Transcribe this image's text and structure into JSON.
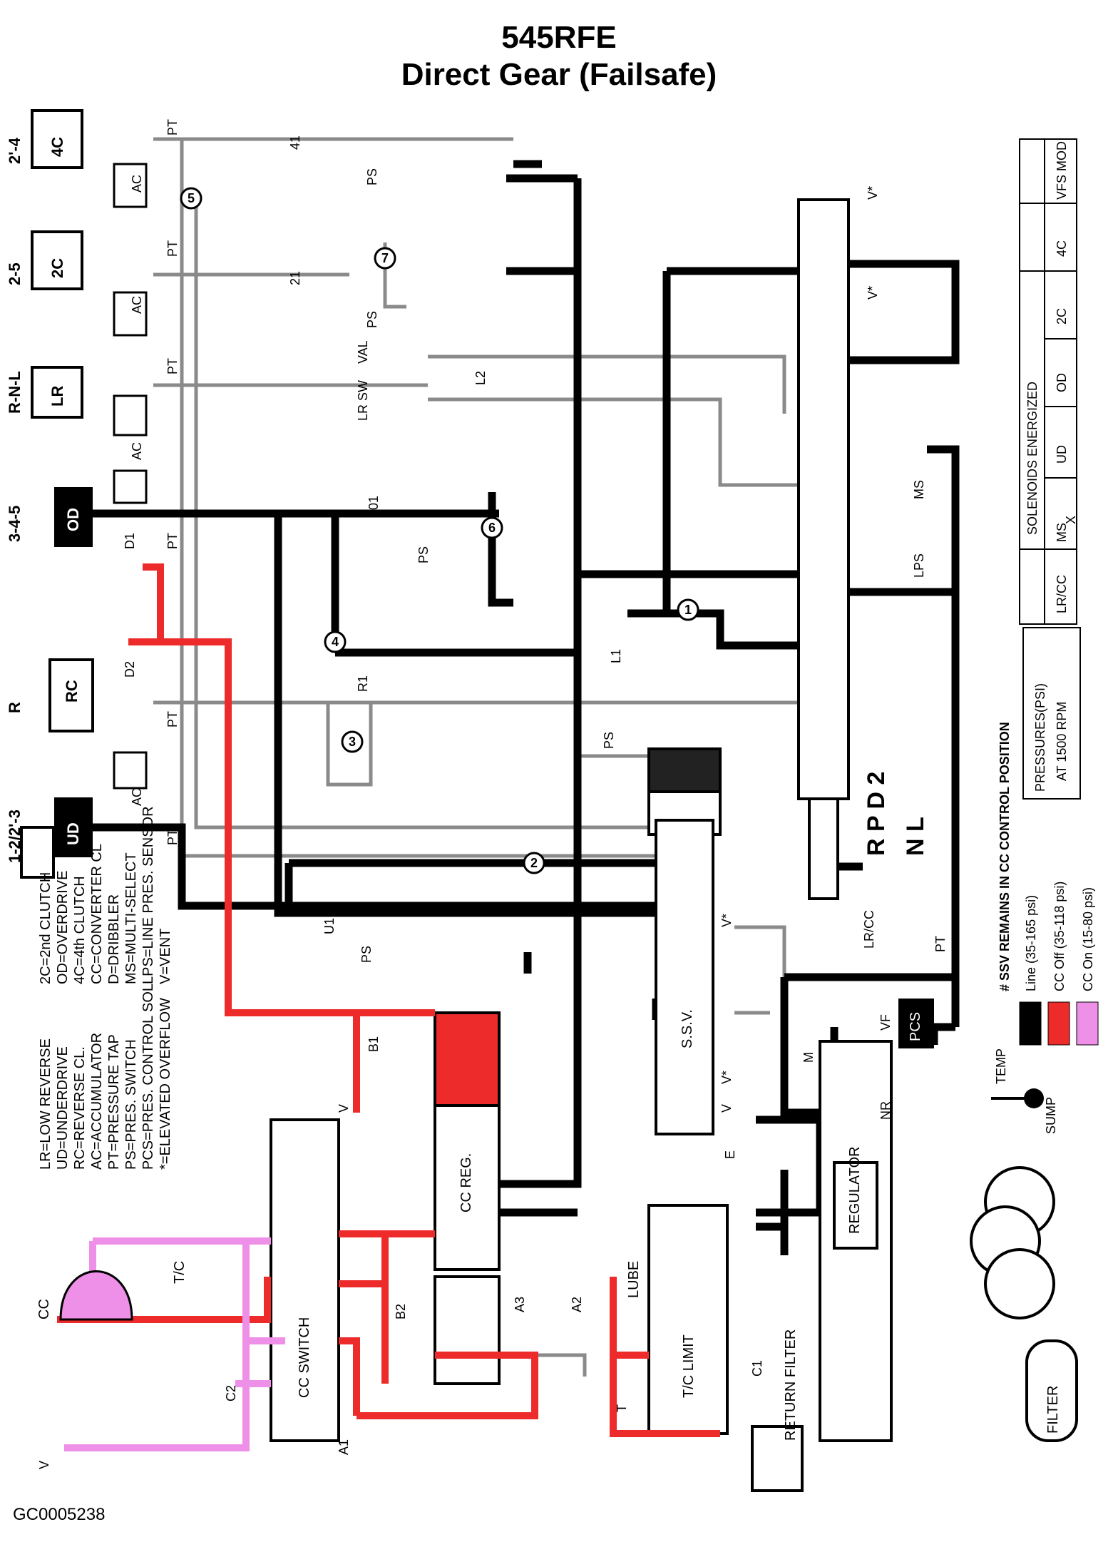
{
  "header": {
    "title": "545RFE",
    "subtitle": "Direct Gear (Failsafe)"
  },
  "footer": {
    "image_code": "GC0005238"
  },
  "colors": {
    "line": "#000000",
    "cc_off": "#ee2b2b",
    "cc_on": "#ee8fe8",
    "gray_line": "#8a8a8a"
  },
  "legend": {
    "abbreviations": [
      "LR=LOW REVERSE",
      "UD=UNDERDRIVE",
      "RC=REVERSE CL.",
      "AC=ACCUMULATOR",
      "PT=PRESSURE TAP",
      "PS=PRES. SWITCH",
      "PCS=PRES. CONTROL SOL",
      "*=ELEVATED OVERFLOW"
    ],
    "abbreviations2": [
      "2C=2nd CLUTCH",
      "OD=OVERDRIVE",
      "4C=4th CLUTCH",
      "CC=CONVERTER CL",
      "D=DRIBBLER",
      "MS=MULTI-SELECT",
      "LPS=LINE PRES. SENSOR",
      "V=VENT"
    ]
  },
  "solenoids": {
    "title": "SOLENOIDS ENERGIZED",
    "columns": [
      "LR/CC",
      "MS",
      "UD",
      "OD",
      "2C",
      "4C",
      "VFS MOD"
    ],
    "energized": [
      "",
      "X",
      "",
      "",
      "",
      "",
      ""
    ]
  },
  "pressures": {
    "title": "PRESSURES(PSI)",
    "subtitle": "AT 1500 RPM",
    "ssv_note": "# SSV REMAINS IN CC CONTROL POSITION",
    "items": [
      {
        "label": "Line (35-165 psi)",
        "color": "#000000"
      },
      {
        "label": "CC Off (35-118 psi)",
        "color": "#ee2b2b"
      },
      {
        "label": "CC On (15-80 psi)",
        "color": "#ee8fe8"
      }
    ]
  },
  "temp_sump": {
    "temp": "TEMP",
    "sump": "SUMP"
  },
  "clutches": [
    {
      "gear": "2'-4",
      "name": "4C"
    },
    {
      "gear": "2-5",
      "name": "2C"
    },
    {
      "gear": "R-N-L",
      "name": "LR"
    },
    {
      "gear": "3-4-5",
      "name": "OD"
    },
    {
      "gear": "R",
      "name": "RC"
    },
    {
      "gear": "1-2/2'-3",
      "name": "UD"
    }
  ],
  "valves": {
    "ssv": "S.S.V.",
    "regulator": "REGULATOR",
    "cc_reg": "CC REG.",
    "cc_switch": "CC SWITCH",
    "tc_limit": "T/C LIMIT",
    "lube": "LUBE",
    "return_filter": "RETURN FILTER",
    "filter": "FILTER",
    "pcs": "PCS",
    "tc": "T/C",
    "cc": "CC",
    "manual_positions": "R P D 2",
    "manual_positions2": "N L"
  },
  "labels": {
    "pt": "PT",
    "ac": "AC",
    "ps": "PS",
    "v": "V",
    "vstar": "V*",
    "d1": "D1",
    "d2": "D2",
    "c1": "C1",
    "c2": "C2",
    "a1": "A1",
    "a2": "A2",
    "a3": "A3",
    "b1": "B1",
    "b2": "B2",
    "u1": "U1",
    "r1": "R1",
    "o1": "01",
    "l1": "L1",
    "l2": "L2",
    "n41": "41",
    "n21": "21",
    "val": "VAL",
    "lrsw": "LR SW",
    "lrcc": "LR/CC",
    "ms": "MS",
    "lps": "LPS",
    "vf": "VF",
    "m": "M",
    "nr": "NR",
    "e": "E",
    "t": "T",
    "n1": "1",
    "n2": "2",
    "n3": "3",
    "n4": "4",
    "n5": "5",
    "n6": "6",
    "n7": "7"
  }
}
